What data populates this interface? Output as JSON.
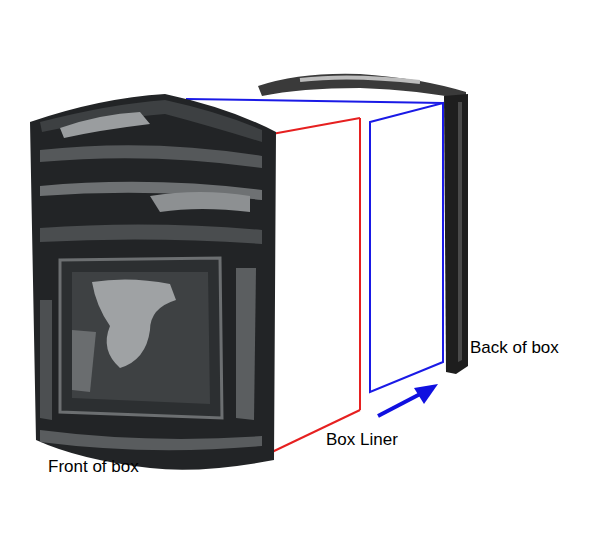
{
  "diagram": {
    "labels": [
      "Front of box",
      "Box Liner",
      "Back of box"
    ]
  }
}
